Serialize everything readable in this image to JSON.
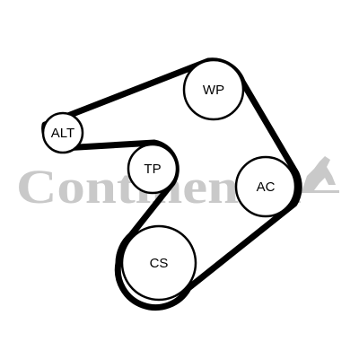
{
  "diagram": {
    "colors": {
      "belt": "#000000",
      "pulley_fill": "#ffffff",
      "pulley_outline": "#000000",
      "watermark": "#c9c9c9",
      "background": "#ffffff"
    },
    "watermark": {
      "brand": "Continental",
      "emblem": "horse-emblem-icon"
    },
    "pulleys": [
      {
        "id": "wp",
        "label": "WP"
      },
      {
        "id": "alt",
        "label": "ALT"
      },
      {
        "id": "tp",
        "label": "TP"
      },
      {
        "id": "ac",
        "label": "AC"
      },
      {
        "id": "cs",
        "label": "CS"
      }
    ]
  }
}
